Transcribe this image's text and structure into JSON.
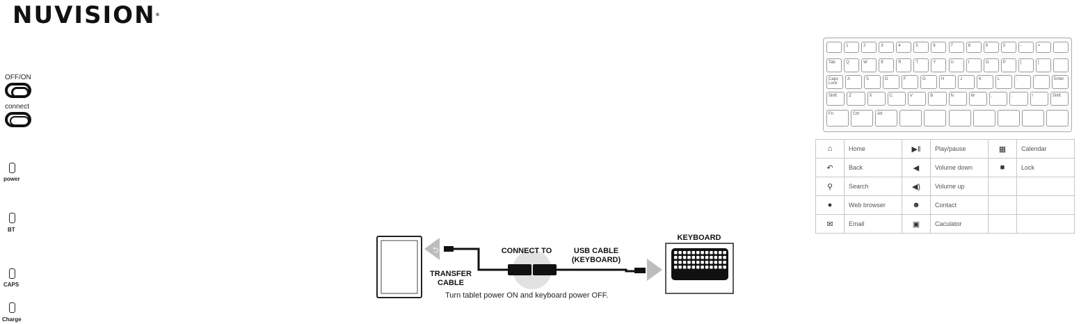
{
  "brand": {
    "logo_text": "NuVision",
    "trademark": "®"
  },
  "controls": {
    "off_on_label": "OFF/ON",
    "connect_label": "connect"
  },
  "indicators": [
    {
      "label": "power"
    },
    {
      "label": "BT"
    },
    {
      "label": "CAPS"
    },
    {
      "label": "Charge"
    }
  ],
  "diagram": {
    "connect_to": "CONNECT TO",
    "usb_cable": "USB CABLE\n(KEYBOARD)",
    "transfer_cable": "TRANSFER\nCABLE",
    "keyboard_label": "KEYBOARD",
    "caption": "Turn tablet power ON and keyboard power OFF."
  },
  "function_keys": [
    {
      "icon": "home-icon",
      "glyph": "⌂",
      "label": "Home",
      "icon2": "play-pause-icon",
      "glyph2": "▶‖",
      "label2": "Play/pause",
      "icon3": "calendar-icon",
      "glyph3": "▦",
      "label3": "Calendar"
    },
    {
      "icon": "back-icon",
      "glyph": "↶",
      "label": "Back",
      "icon2": "volume-down-icon",
      "glyph2": "◀",
      "label2": "Volume down",
      "icon3": "lock-icon",
      "glyph3": "■",
      "label3": "Lock"
    },
    {
      "icon": "search-icon",
      "glyph": "⚲",
      "label": "Search",
      "icon2": "volume-up-icon",
      "glyph2": "◀)",
      "label2": "Volume up",
      "icon3": "",
      "glyph3": "",
      "label3": ""
    },
    {
      "icon": "web-browser-icon",
      "glyph": "●",
      "label": "Web browser",
      "icon2": "contact-icon",
      "glyph2": "☻",
      "label2": "Contact",
      "icon3": "",
      "glyph3": "",
      "label3": ""
    },
    {
      "icon": "email-icon",
      "glyph": "✉",
      "label": "Email",
      "icon2": "calculator-icon",
      "glyph2": "▣",
      "label2": "Caculator",
      "icon3": "",
      "glyph3": "",
      "label3": ""
    }
  ],
  "keyboard_rows": [
    [
      "",
      "1",
      "2",
      "3",
      "4",
      "5",
      "6",
      "7",
      "8",
      "9",
      "0",
      "-",
      "=",
      ""
    ],
    [
      "Tab",
      "Q",
      "W",
      "E",
      "R",
      "T",
      "Y",
      "U",
      "I",
      "O",
      "P",
      "[",
      "]",
      ""
    ],
    [
      "Caps Lock",
      "A",
      "S",
      "D",
      "F",
      "G",
      "H",
      "J",
      "K",
      "L",
      ";",
      "'",
      "Enter"
    ],
    [
      "Shift",
      "Z",
      "X",
      "C",
      "V",
      "B",
      "N",
      "M",
      ",",
      ".",
      "/",
      "Shift"
    ],
    [
      "Fn",
      "Ctrl",
      "Alt",
      "",
      "",
      "",
      "",
      "",
      "",
      ""
    ]
  ]
}
